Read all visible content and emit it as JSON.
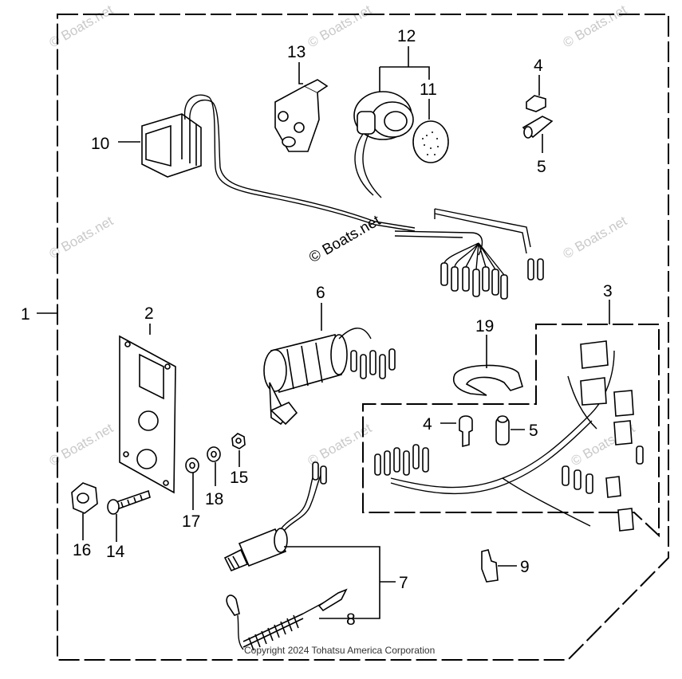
{
  "watermark_text": "© Boats.net",
  "copyright": "Copyright 2024 Tohatsu America Corporation",
  "callouts": [
    "1",
    "2",
    "3",
    "4",
    "5",
    "6",
    "7",
    "8",
    "9",
    "10",
    "11",
    "12",
    "13",
    "14",
    "15",
    "16",
    "17",
    "18",
    "19",
    "4",
    "5"
  ]
}
